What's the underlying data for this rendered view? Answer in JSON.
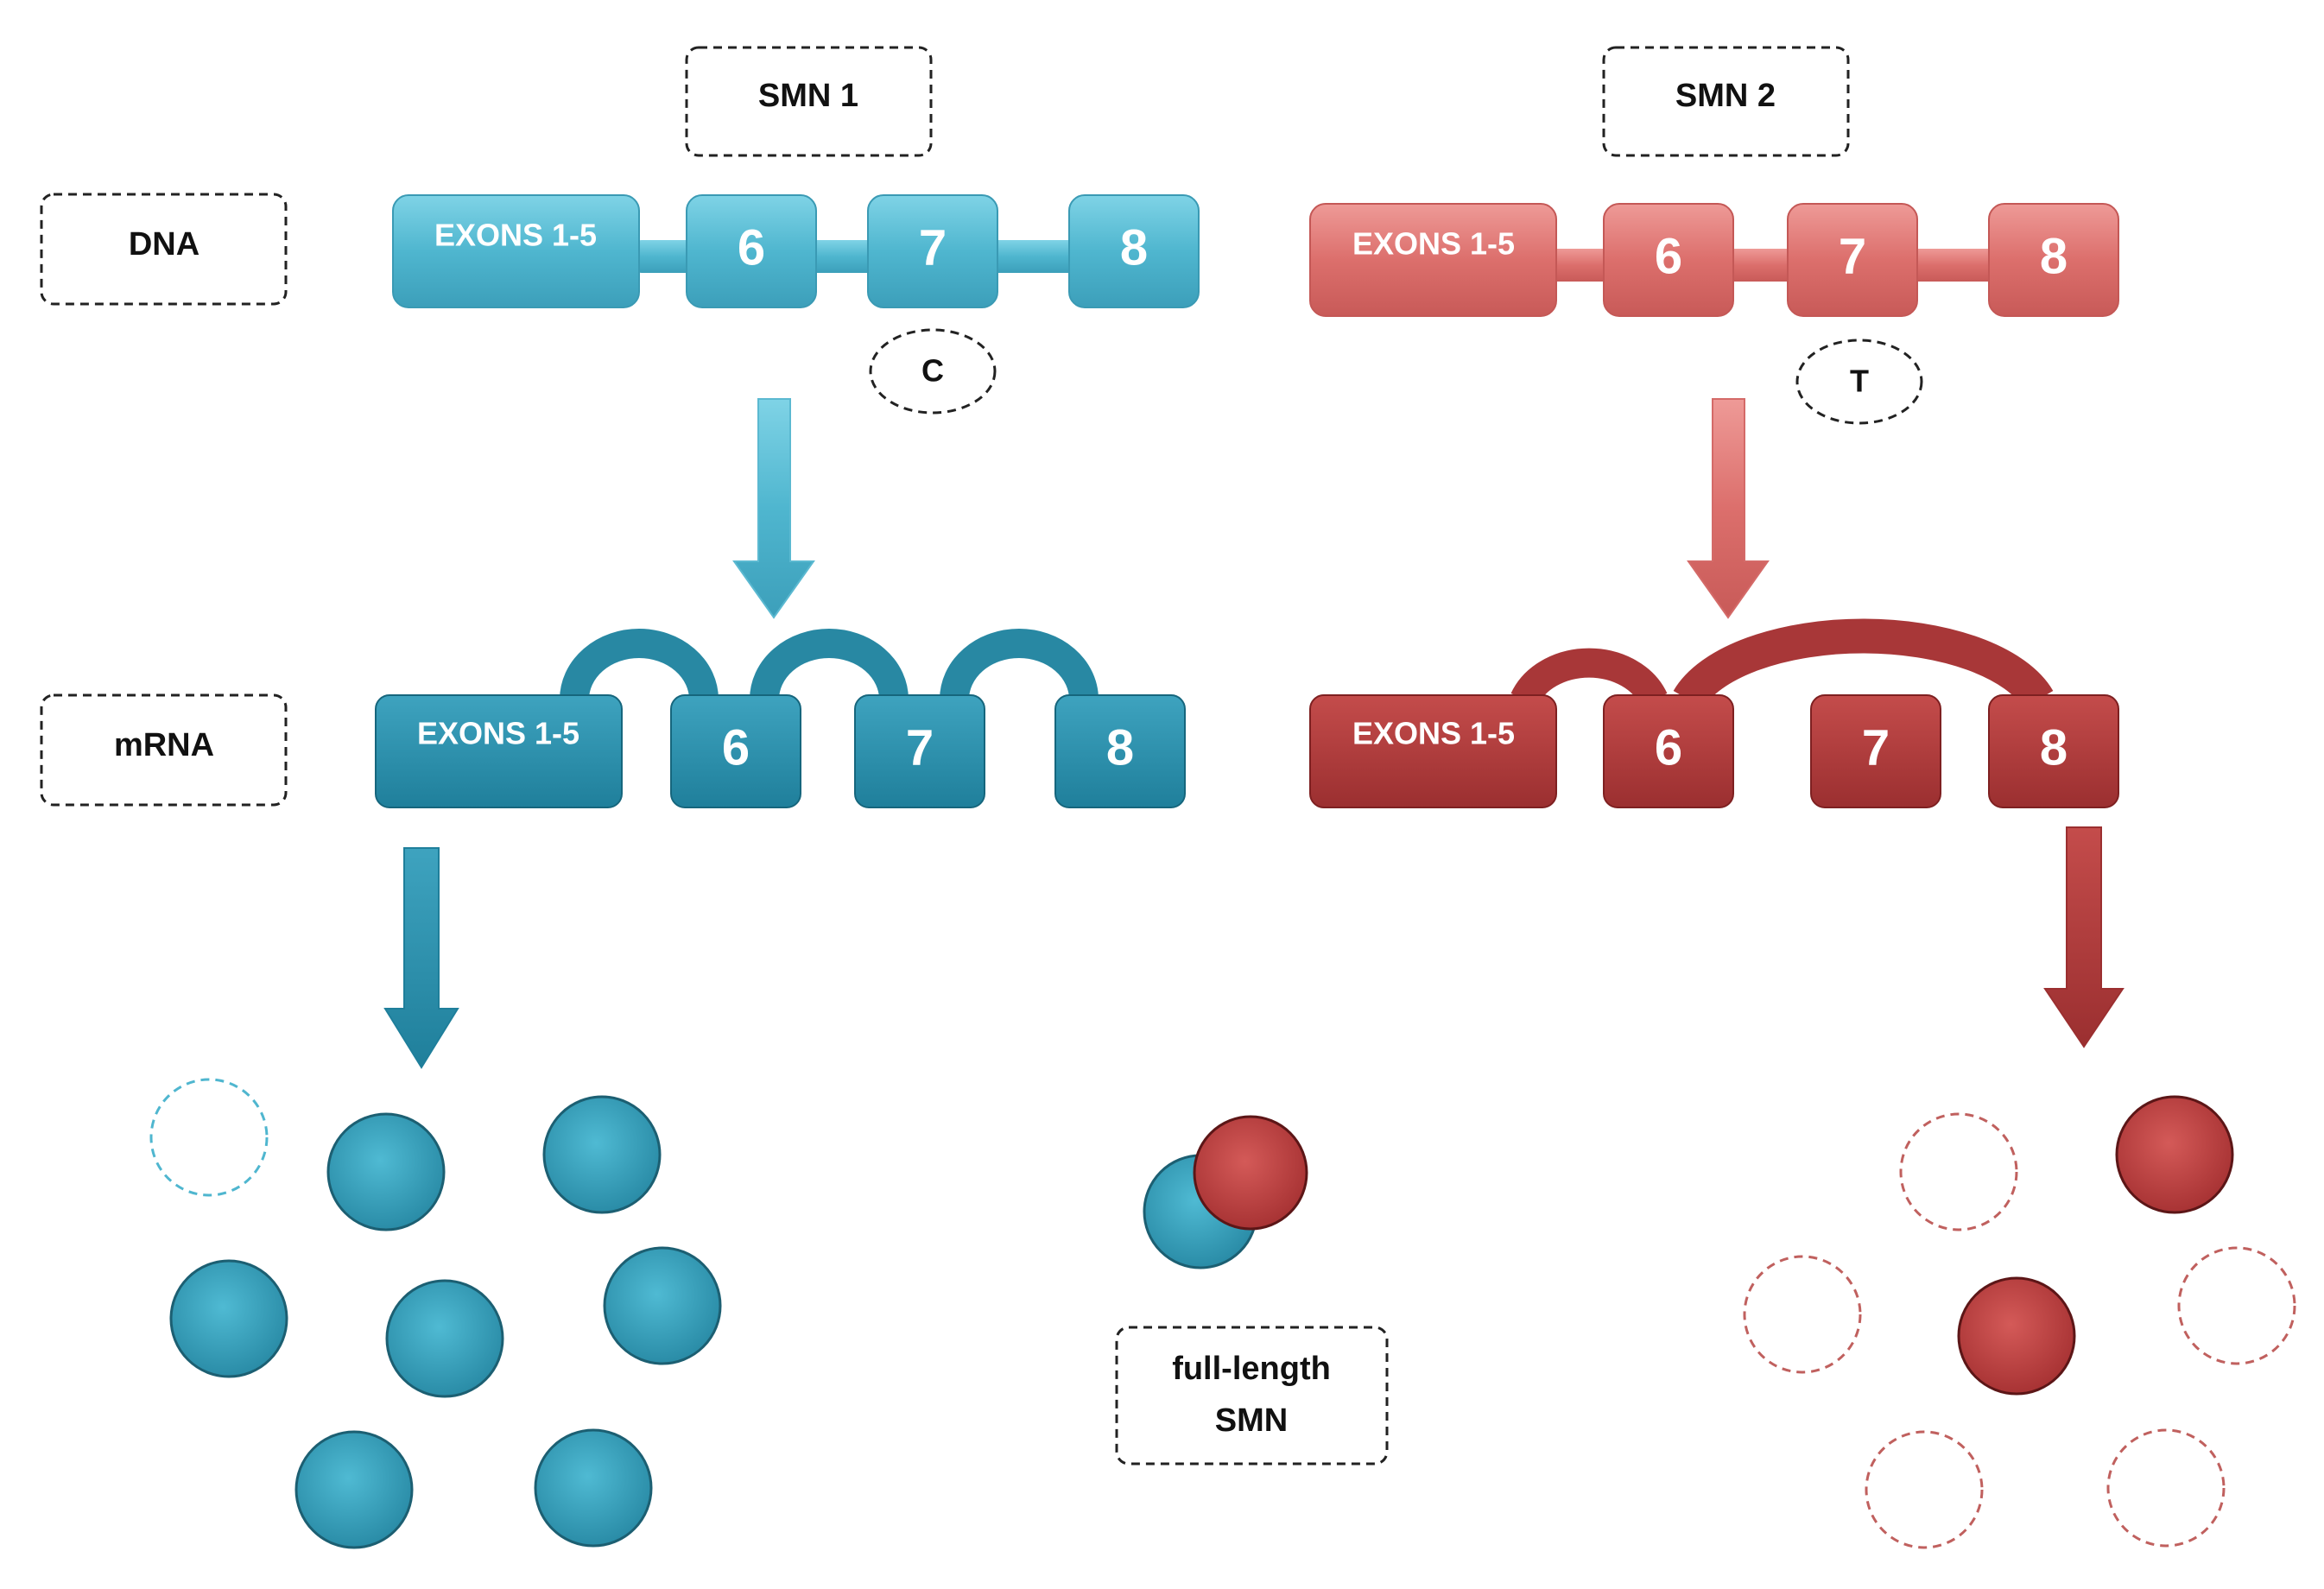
{
  "labels": {
    "smn1": "SMN 1",
    "smn2": "SMN 2",
    "dna": "DNA",
    "mrna": "mRNA",
    "full_length_line1": "full-length",
    "full_length_line2": "SMN"
  },
  "smn1": {
    "nucleotide": "C",
    "dna_exons": [
      "EXONS 1-5",
      "6",
      "7",
      "8"
    ],
    "mrna_exons": [
      "EXONS 1-5",
      "6",
      "7",
      "8"
    ]
  },
  "smn2": {
    "nucleotide": "T",
    "dna_exons": [
      "EXONS 1-5",
      "6",
      "7",
      "8"
    ],
    "mrna_exons": [
      "EXONS 1-5",
      "6",
      "7",
      "8"
    ]
  },
  "colors": {
    "smn1_light": "#5bbfd6",
    "smn1_dark": "#2a8ba6",
    "smn2_light": "#e07a78",
    "smn2_dark": "#b03b3b"
  }
}
